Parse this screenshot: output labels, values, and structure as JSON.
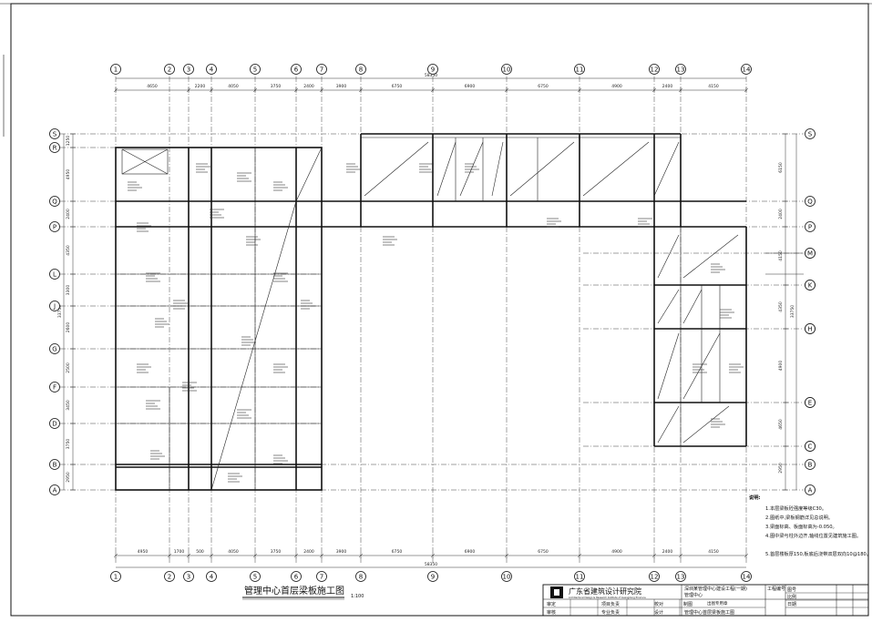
{
  "drawing": {
    "title": "管理中心首层梁板施工图",
    "scale": "1:100",
    "axes_x": [
      "1",
      "2",
      "3",
      "4",
      "5",
      "6",
      "7",
      "8",
      "9",
      "10",
      "11",
      "12",
      "13",
      "14"
    ],
    "axes_y": [
      "S",
      "R",
      "Q",
      "P",
      "L",
      "J",
      "G",
      "F",
      "D",
      "B",
      "A",
      "M",
      "K",
      "H",
      "E",
      "C"
    ],
    "dims_top": [
      "4650",
      "2200",
      "4050",
      "3750",
      "2400",
      "3900",
      "6750",
      "6900",
      "6750",
      "4900",
      "2400",
      "4150"
    ],
    "dims_bottom": [
      "4950",
      "1700",
      "500",
      "4050",
      "3750",
      "2400",
      "3900",
      "6750",
      "6900",
      "6750",
      "4900",
      "2400",
      "4150"
    ],
    "overall_top": "58350",
    "overall_bottom": "58350",
    "dims_left": [
      "1250",
      "4950",
      "2400",
      "4350",
      "3300",
      "2600",
      "2500",
      "3450",
      "3750",
      "2950",
      "2350"
    ],
    "dims_right": [
      "6150",
      "2400",
      "4150",
      "4350",
      "4900",
      "4650",
      "2950"
    ],
    "total_left": "33750",
    "total_right": "33750"
  },
  "notes": {
    "heading": "说明:",
    "items": [
      "1.本层梁板砼强度等级C30。",
      "2.图纸中,梁板钢筋详见总说明。",
      "3.梁面标高、板面标高为-0.050。",
      "4.图中梁与柱外边齐,轴线位置见建筑施工图。",
      "5.首层楼板厚150,板底后浇带双层双向10@180。"
    ]
  },
  "title_block": {
    "institute": "广东省建筑设计研究院",
    "institute_en": "Architectural Design & Research Institute of Guangdong Province",
    "project": "深圳某管理中心建设工程(一期)",
    "subproject": "管理中心",
    "drawing_name": "管理中心首层梁板施工图",
    "labels": [
      "审定",
      "审核",
      "项目负责",
      "专业负责",
      "校对",
      "设计",
      "制图",
      "工程编号",
      "图号",
      "比例",
      "日期"
    ],
    "stamp": "出图专用章"
  }
}
